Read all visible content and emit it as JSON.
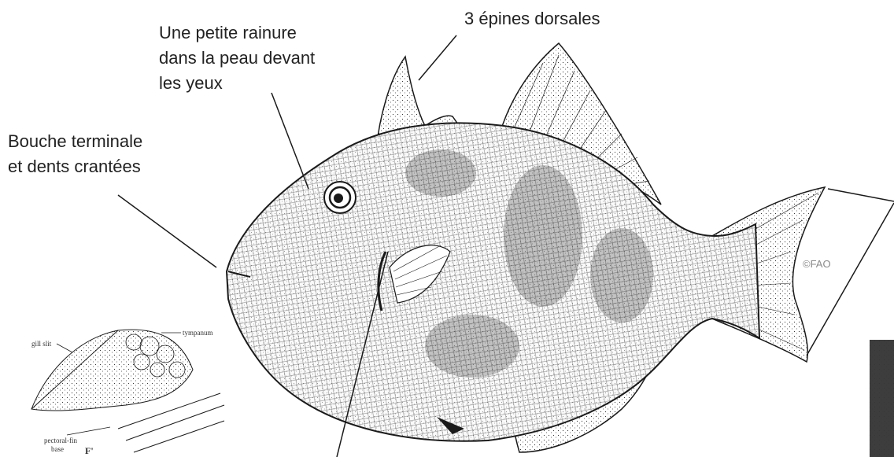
{
  "labels": {
    "dorsal_spines": "3 épines dorsales",
    "groove_line1": "Une petite rainure",
    "groove_line2": "dans la peau devant",
    "groove_line3": "les yeux",
    "mouth_line1": "Bouche terminale",
    "mouth_line2": "et dents crantées"
  },
  "credit": "©FAO",
  "inset": {
    "gill_slit": "gill slit",
    "tympanum": "tympanum",
    "pectoral_fin_base_line1": "pectoral-fin",
    "pectoral_fin_base_line2": "base",
    "figure_letter": "F'"
  },
  "colors": {
    "ink": "#1a1a1a",
    "text": "#222222",
    "credit": "#8a8a8a"
  }
}
